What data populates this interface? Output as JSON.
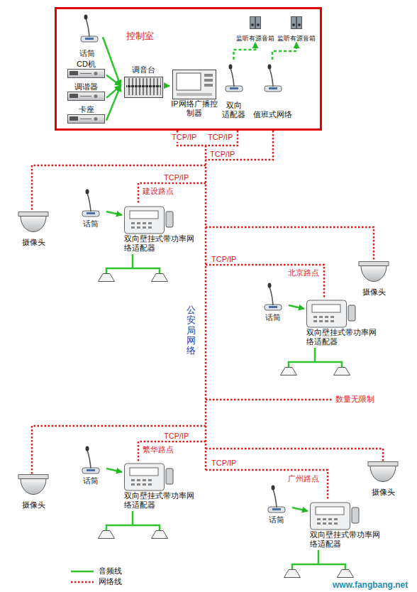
{
  "diagram": {
    "nodes": [
      {
        "text": [
          "控制室"
        ]
      },
      {
        "text": [
          "话筒"
        ],
        "in": 0
      },
      {
        "text": [
          "CD机"
        ],
        "in": 0
      },
      {
        "text": [
          "调谐器"
        ],
        "in": 0
      },
      {
        "text": [
          "卡座"
        ],
        "in": 0
      },
      {
        "text": [
          "调音台"
        ],
        "in": 0
      },
      {
        "text": [
          "IP网络广播控制器"
        ],
        "in": 0
      },
      {
        "text": [
          "双向 适配器"
        ],
        "in": 0
      },
      {
        "text": [
          "值班式网络"
        ],
        "in": 0
      },
      {
        "text": [
          "监听有源音箱"
        ],
        "in": 0
      },
      {
        "text": [
          "监听有源音箱"
        ],
        "in": 0
      },
      {
        "text": [
          "摄像头"
        ]
      },
      {
        "text": [
          "话筒"
        ]
      },
      {
        "text": [
          "双向壁挂式带功率网络适配器"
        ]
      },
      {
        "text": [
          "摄像头"
        ]
      },
      {
        "text": [
          "话筒"
        ]
      },
      {
        "text": [
          "双向壁挂式带功率网络适配器"
        ]
      },
      {
        "text": [
          "摄像头"
        ]
      },
      {
        "text": [
          "话筒"
        ]
      },
      {
        "text": [
          "双向壁挂式带功率网络适配器"
        ]
      },
      {
        "text": [
          "摄像头"
        ]
      },
      {
        "text": [
          "话筒"
        ]
      },
      {
        "text": [
          "双向壁挂式带功率网络适配器"
        ]
      }
    ],
    "edges": [
      {
        "from": 1,
        "to": 5,
        "arrow": "to"
      },
      {
        "from": 2,
        "to": 5,
        "arrow": "to"
      },
      {
        "from": 3,
        "to": 5,
        "arrow": "to"
      },
      {
        "from": 4,
        "to": 5,
        "arrow": "to"
      },
      {
        "from": 5,
        "to": 6,
        "arrow": "to"
      },
      {
        "from": 7,
        "to": 9,
        "arrow": "to"
      },
      {
        "from": 8,
        "to": 10,
        "arrow": "to"
      },
      {
        "from": 12,
        "to": 13,
        "arrow": "to"
      },
      {
        "from": 15,
        "to": 16,
        "arrow": "to"
      },
      {
        "from": 18,
        "to": 19,
        "arrow": "to"
      },
      {
        "from": 21,
        "to": 22,
        "arrow": "to"
      }
    ],
    "labels": [
      "TCP/IP",
      "TCP/IP",
      "TCP/IP",
      "TCP/IP",
      "建设路点",
      "TCP/IP",
      "北京路点",
      "公安局网络",
      "数量无限制",
      "TCP/IP",
      "繁华路点",
      "TCP/IP",
      "广州路点",
      "www.fangbang.net"
    ],
    "legend": [
      {
        "text": "音频线"
      },
      {
        "text": "网络线"
      }
    ]
  }
}
